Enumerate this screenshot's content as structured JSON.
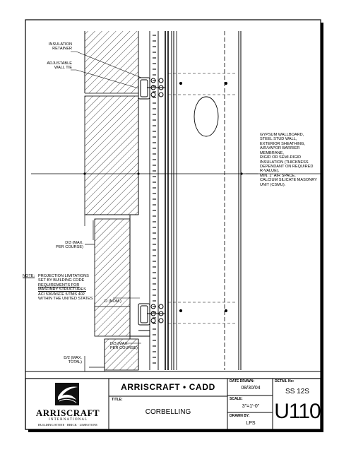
{
  "labels": {
    "insulation_retainer": [
      "INSULATION",
      "RETAINER"
    ],
    "adjustable_wall_tie": [
      "ADJUSTABLE",
      "WALL TIE"
    ],
    "wall_assembly": [
      "GYPSUM WALLBOARD,",
      "STEEL STUD WALL,",
      "EXTERIOR SHEATHING,",
      "AIR/VAPOR BARRIER",
      "MEMBRANE,",
      "RIGID OR SEMI-RIGID",
      "INSULATION (THICKNESS",
      "DEPENDANT ON REQUIRED",
      "R-VALUE),",
      "MIN. 1\" AIR SPACE,",
      "CALCIUM SILICATE MASONRY",
      "UNIT (CSMU)."
    ],
    "d3_max_per_course_upper": [
      "D/3 (MAX.",
      "PER COURSE)"
    ],
    "d_nom": "D (NOM.)",
    "d3_max_per_course_lower": [
      "D/3 (MAX.",
      "PER COURSE)"
    ],
    "d2_max_total": [
      "D/2 (MAX.",
      "TOTAL)"
    ],
    "note": {
      "prefix": "NOTE:",
      "lines": [
        "PROJECTION LIMITATIONS",
        "SET BY BUILDING CODE",
        "REQUIREMENTS FOR",
        "MASONRY STRUCTURES",
        "ACI 530/ASCE 5/TMS 402",
        "WITHIN THE UNITED STATES"
      ]
    }
  },
  "title_block": {
    "company_header": "ARRISCRAFT • CADD",
    "logo_name": "ARRISCRAFT",
    "logo_sub": "I N T E R N A T I O N A L",
    "logo_tagline": "BUILDING STONE · BRICK · LIMESTONE",
    "title_label": "TITLE:",
    "title": "CORBELLING",
    "date_label": "DATE DRAWN:",
    "date": "08/30/04",
    "scale_label": "SCALE:",
    "scale": "3\"=1'-0\"",
    "drawn_by_label": "DRAWN BY:",
    "drawn_by": "LPS",
    "detail_label": "DETAIL No:",
    "detail_code": "SS 12S",
    "detail_number": "U110"
  },
  "colors": {
    "ink": "#000000",
    "paper": "#ffffff"
  }
}
